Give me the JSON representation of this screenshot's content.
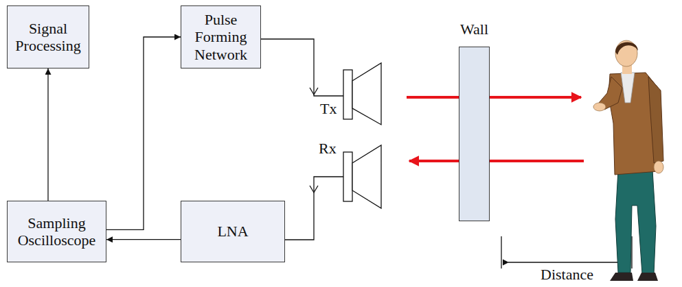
{
  "diagram": {
    "nodes": [
      {
        "text": [
          "Signal Processing"
        ]
      },
      {
        "text": [
          "Pulse Forming Network"
        ]
      },
      {
        "text": [
          "Wall"
        ]
      },
      {
        "text": [
          "Sampling Oscilloscope"
        ]
      },
      {
        "text": [
          "LNA"
        ]
      }
    ],
    "edges": [
      {
        "from": 3,
        "to": 0,
        "arrow": "to"
      },
      {
        "from": 3,
        "to": 1,
        "arrow": "to"
      },
      {
        "from": 4,
        "to": 3,
        "arrow": "to"
      }
    ],
    "labels": [
      "Tx",
      "Rx",
      "Distance"
    ]
  }
}
